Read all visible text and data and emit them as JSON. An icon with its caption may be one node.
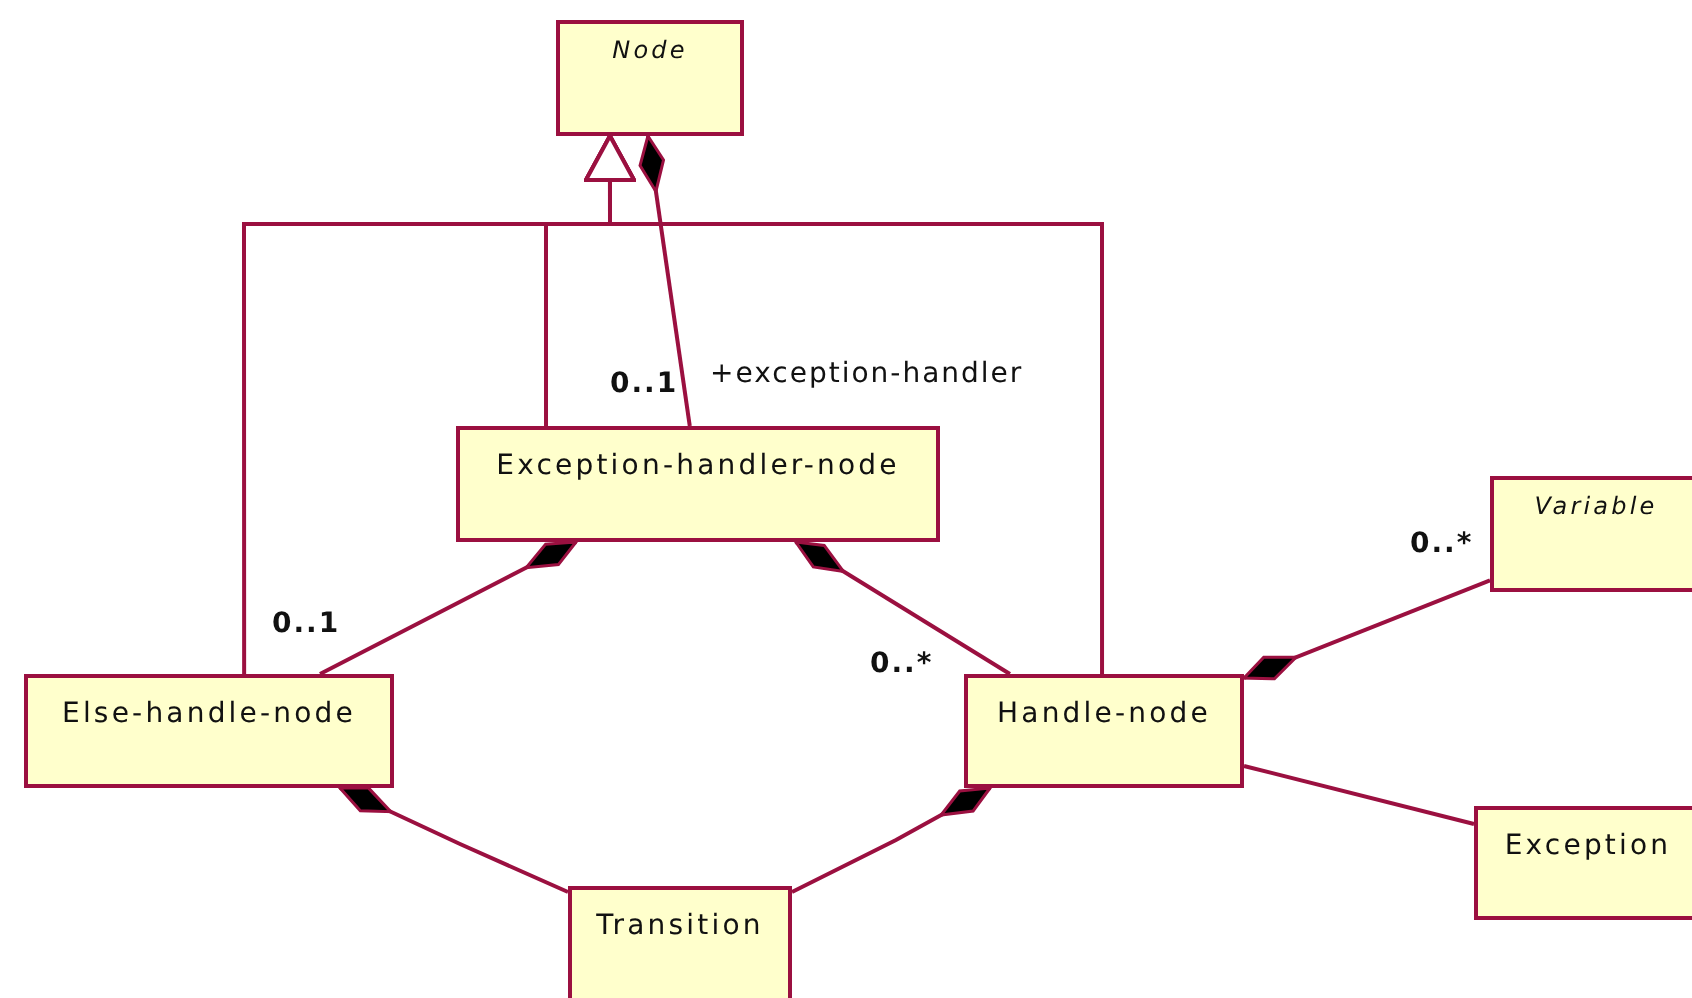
{
  "diagram": {
    "nodes": [
      {
        "text": [
          "Node"
        ]
      },
      {
        "text": [
          "Exception-handler-node"
        ]
      },
      {
        "text": [
          "Variable"
        ]
      },
      {
        "text": [
          "Else-handle-node"
        ]
      },
      {
        "text": [
          "Handle-node"
        ]
      },
      {
        "text": [
          "Exception"
        ]
      },
      {
        "text": [
          "Transition"
        ]
      }
    ],
    "edges": [
      {
        "from": 1,
        "to": 0,
        "arrow": "to"
      },
      {
        "from": 3,
        "to": 0,
        "arrow": "to"
      },
      {
        "from": 4,
        "to": 0,
        "arrow": "to"
      },
      {
        "from": 0,
        "to": 1,
        "arrow": "other",
        "label": "+exception-handler"
      },
      {
        "from": 1,
        "to": 3,
        "arrow": "other"
      },
      {
        "from": 1,
        "to": 4,
        "arrow": "other"
      },
      {
        "from": 4,
        "to": 2,
        "arrow": "other"
      },
      {
        "from": 4,
        "to": 5,
        "arrow": "none"
      },
      {
        "from": 3,
        "to": 6,
        "arrow": "other"
      },
      {
        "from": 4,
        "to": 6,
        "arrow": "other"
      }
    ],
    "labels": [
      "0..1",
      "0..*",
      "0..1",
      "0..*"
    ]
  }
}
